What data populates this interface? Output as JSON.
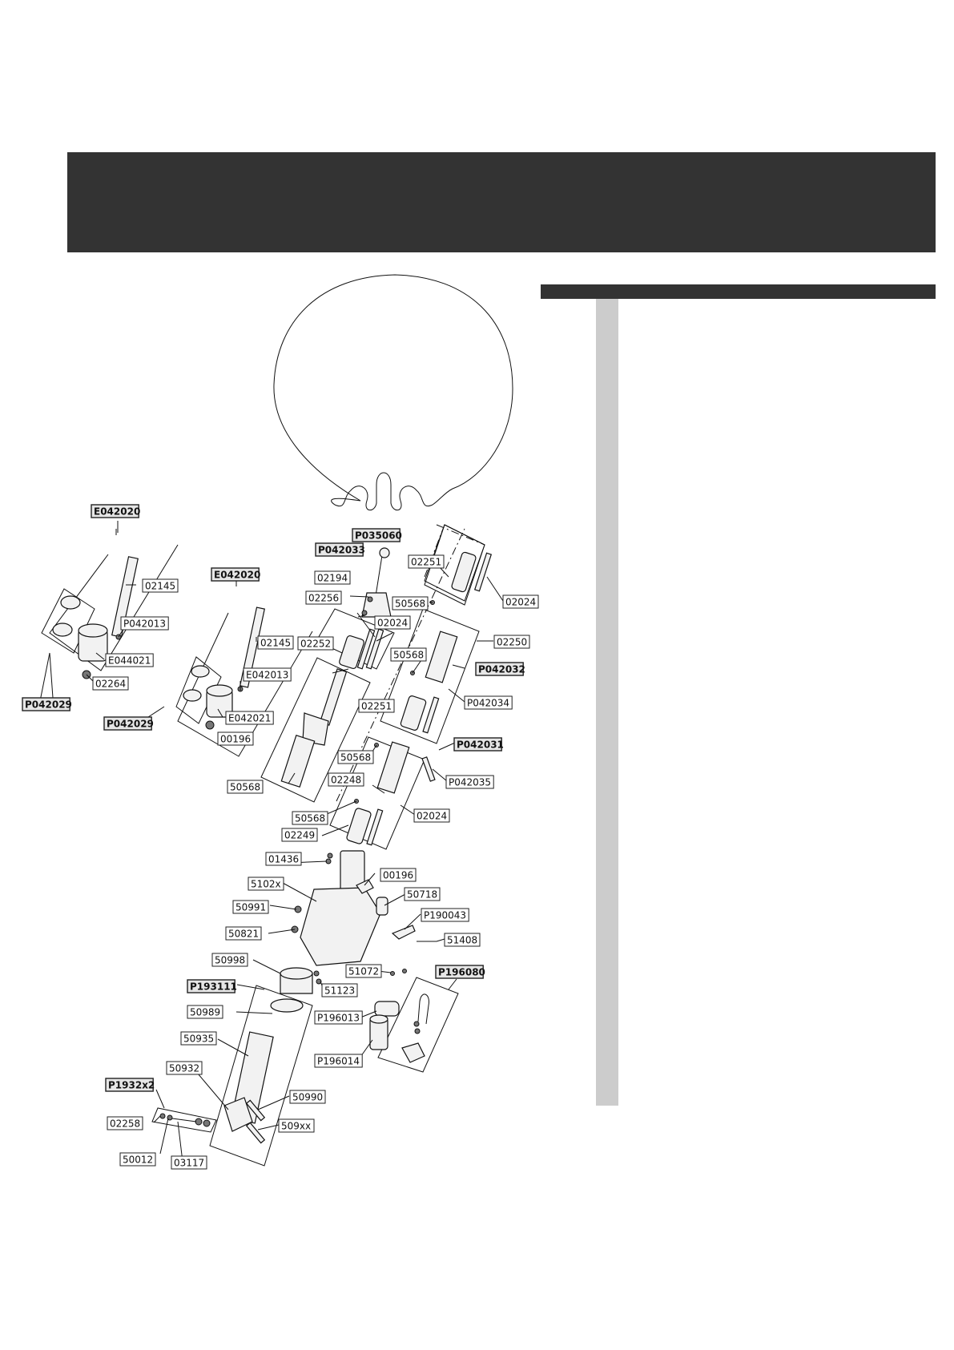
{
  "colors": {
    "header": "#333333",
    "panel_strip": "#cccccc",
    "line": "#111111"
  },
  "labels": [
    {
      "id": "E042020",
      "bold": true
    },
    {
      "id": "02145",
      "bold": false
    },
    {
      "id": "P042013",
      "bold": false
    },
    {
      "id": "E044021",
      "bold": false
    },
    {
      "id": "02264",
      "bold": false
    },
    {
      "id": "P042029",
      "bold": true
    },
    {
      "id": "E042020",
      "bold": true
    },
    {
      "id": "02145",
      "bold": false
    },
    {
      "id": "E042013",
      "bold": false
    },
    {
      "id": "E042021",
      "bold": false
    },
    {
      "id": "00196",
      "bold": false
    },
    {
      "id": "P042029",
      "bold": true
    },
    {
      "id": "P035060",
      "bold": true
    },
    {
      "id": "P042033",
      "bold": true
    },
    {
      "id": "02194",
      "bold": false
    },
    {
      "id": "02256",
      "bold": false
    },
    {
      "id": "02252",
      "bold": false
    },
    {
      "id": "02024",
      "bold": false
    },
    {
      "id": "02251",
      "bold": false
    },
    {
      "id": "02024",
      "bold": false
    },
    {
      "id": "50568",
      "bold": false
    },
    {
      "id": "02250",
      "bold": false
    },
    {
      "id": "50568",
      "bold": false
    },
    {
      "id": "P042032",
      "bold": true
    },
    {
      "id": "02251",
      "bold": false
    },
    {
      "id": "P042034",
      "bold": false
    },
    {
      "id": "50568",
      "bold": false
    },
    {
      "id": "P042031",
      "bold": true
    },
    {
      "id": "P042035",
      "bold": false
    },
    {
      "id": "02248",
      "bold": false
    },
    {
      "id": "50568",
      "bold": false
    },
    {
      "id": "02024",
      "bold": false
    },
    {
      "id": "02249",
      "bold": false
    },
    {
      "id": "50568",
      "bold": false
    },
    {
      "id": "01436",
      "bold": false
    },
    {
      "id": "00196",
      "bold": false
    },
    {
      "id": "5102x",
      "bold": false
    },
    {
      "id": "50718",
      "bold": false
    },
    {
      "id": "50991",
      "bold": false
    },
    {
      "id": "P190043",
      "bold": false
    },
    {
      "id": "50821",
      "bold": false
    },
    {
      "id": "51408",
      "bold": false
    },
    {
      "id": "50998",
      "bold": false
    },
    {
      "id": "51072",
      "bold": false
    },
    {
      "id": "P196080",
      "bold": true
    },
    {
      "id": "P193111",
      "bold": true
    },
    {
      "id": "51123",
      "bold": false
    },
    {
      "id": "50989",
      "bold": false
    },
    {
      "id": "P196013",
      "bold": false
    },
    {
      "id": "50935",
      "bold": false
    },
    {
      "id": "P196014",
      "bold": false
    },
    {
      "id": "50932",
      "bold": false
    },
    {
      "id": "P1932x2",
      "bold": true
    },
    {
      "id": "50990",
      "bold": false
    },
    {
      "id": "02258",
      "bold": false
    },
    {
      "id": "509xx",
      "bold": false
    },
    {
      "id": "50012",
      "bold": false
    },
    {
      "id": "03117",
      "bold": false
    }
  ]
}
